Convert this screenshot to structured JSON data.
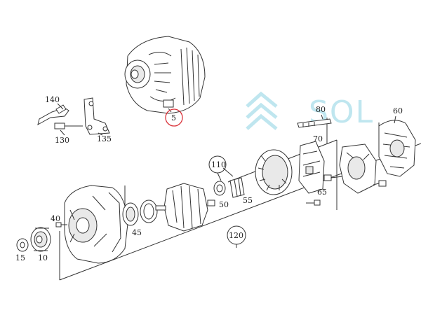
{
  "watermark": {
    "text": "SOL"
  },
  "callouts": [
    {
      "id": "5",
      "label": "5"
    },
    {
      "id": "10",
      "label": "10"
    },
    {
      "id": "15",
      "label": "15"
    },
    {
      "id": "40",
      "label": "40"
    },
    {
      "id": "45",
      "label": "45"
    },
    {
      "id": "50",
      "label": "50"
    },
    {
      "id": "55",
      "label": "55"
    },
    {
      "id": "60",
      "label": "60"
    },
    {
      "id": "65",
      "label": "65"
    },
    {
      "id": "70",
      "label": "70"
    },
    {
      "id": "80",
      "label": "80"
    },
    {
      "id": "110",
      "label": "110"
    },
    {
      "id": "120",
      "label": "120"
    },
    {
      "id": "130",
      "label": "130"
    },
    {
      "id": "135",
      "label": "135"
    },
    {
      "id": "140",
      "label": "140"
    }
  ],
  "highlight": {
    "callout": "5",
    "color": "#d9333a"
  },
  "colors": {
    "line": "#333333",
    "watermark": "#bfe6ef"
  }
}
